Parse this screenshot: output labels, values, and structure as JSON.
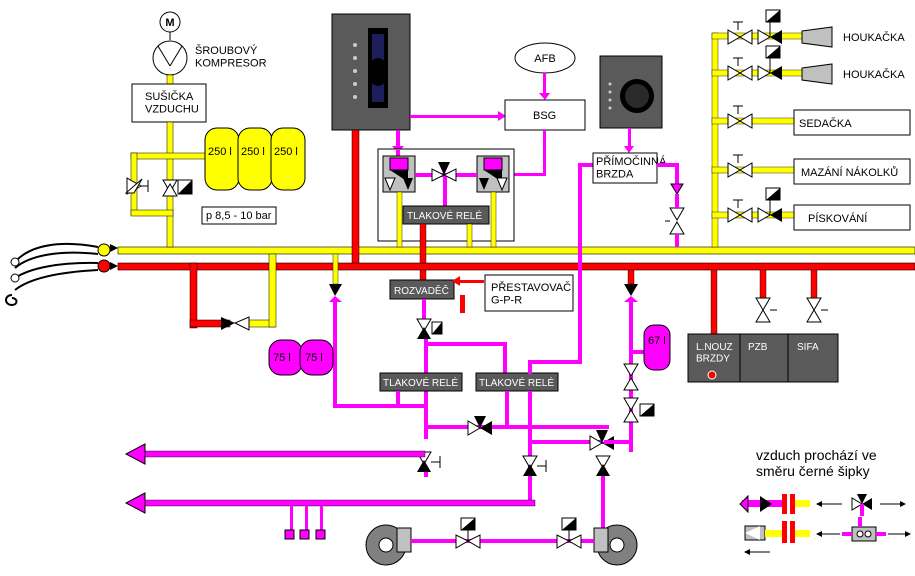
{
  "motor": "M",
  "compressor": "ŠROUBOVÝ\nKOMPRESOR",
  "dryer": "SUŠIČKA\nVZDUCHU",
  "tanks250": [
    "250 l",
    "250 l",
    "250 l"
  ],
  "pressure": "p 8,5 - 10 bar",
  "afb": "AFB",
  "bsg": "BSG",
  "direct_brake": "PŘÍMOČINNÁ\nBRZDA",
  "tlakove_rele": "TLAKOVÉ RELÉ",
  "rozvadec": "ROZVADĚČ",
  "prestavovac": "PŘESTAVOVAČ\nG-P-R",
  "tanks75": [
    "75 l",
    "75 l"
  ],
  "tank67": "67 l",
  "boxes": [
    "L.NOUZ\nBRZDY",
    "PZB",
    "SIFA"
  ],
  "consumers": [
    "HOUKAČKA",
    "HOUKAČKA",
    "SEDAČKA",
    "MAZÁNÍ NÁKOLKŮ",
    "PÍSKOVÁNÍ"
  ],
  "legend_text": "vzduch prochází ve\nsměru černé šipky",
  "colors": {
    "yellow": "#ffff00",
    "red": "#ff0000",
    "magenta": "#ff00ff",
    "gray": "#5a5a5a",
    "lightgray": "#c0c0c0"
  }
}
